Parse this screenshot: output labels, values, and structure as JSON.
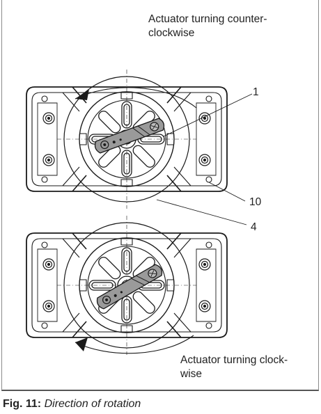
{
  "labels": {
    "top_line1": "Actuator turning counter-",
    "top_line2": "clockwise",
    "bottom_line1": "Actuator turning clock-",
    "bottom_line2": "wise"
  },
  "callouts": {
    "c1": "1",
    "c10": "10",
    "c4": "4"
  },
  "caption": {
    "prefix": "Fig. 11:",
    "text": "Direction of rotation"
  },
  "colors": {
    "line": "#1a1a1a",
    "lever_fill": "#9a9a9a",
    "frame_bottom": "#555555"
  }
}
